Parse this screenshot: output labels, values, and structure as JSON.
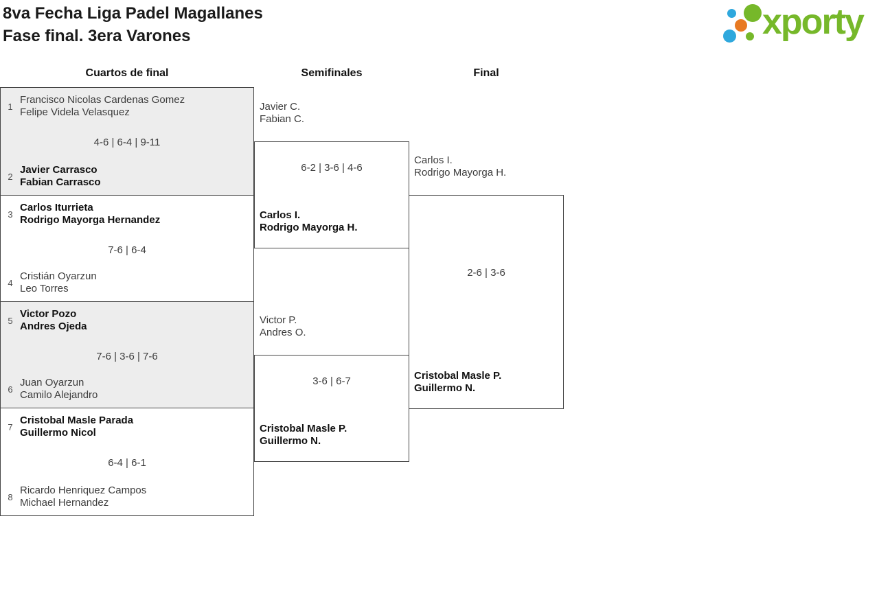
{
  "header": {
    "title_line1": "8va Fecha Liga Padel Magallanes",
    "title_line2": "Fase final. 3era Varones"
  },
  "logo": {
    "text": "xporty"
  },
  "colors": {
    "logo_green": "#76b82a",
    "logo_blue": "#2fa8dd",
    "logo_orange": "#e87a22",
    "box_gray": "#ededed",
    "line_color": "#454545",
    "text_dark": "#3c3c3c",
    "text_winner": "#111111"
  },
  "round_headers": [
    "Cuartos de final",
    "Semifinales",
    "Final"
  ],
  "bracket": {
    "quarterfinals": [
      {
        "seed_top": "1",
        "top_line1": "Francisco Nicolas Cardenas Gomez",
        "top_line2": "Felipe Videla Velasquez",
        "top_winner": false,
        "score": "4-6 | 6-4 | 9-11",
        "seed_bottom": "2",
        "bottom_line1": "Javier Carrasco",
        "bottom_line2": "Fabian Carrasco",
        "bottom_winner": true
      },
      {
        "seed_top": "3",
        "top_line1": "Carlos Iturrieta",
        "top_line2": "Rodrigo Mayorga Hernandez",
        "top_winner": true,
        "score": "7-6 | 6-4",
        "seed_bottom": "4",
        "bottom_line1": "Cristián Oyarzun",
        "bottom_line2": "Leo Torres",
        "bottom_winner": false
      },
      {
        "seed_top": "5",
        "top_line1": "Victor Pozo",
        "top_line2": "Andres Ojeda",
        "top_winner": true,
        "score": "7-6 | 3-6 | 7-6",
        "seed_bottom": "6",
        "bottom_line1": "Juan Oyarzun",
        "bottom_line2": "Camilo Alejandro",
        "bottom_winner": false
      },
      {
        "seed_top": "7",
        "top_line1": "Cristobal Masle Parada",
        "top_line2": "Guillermo Nicol",
        "top_winner": true,
        "score": "6-4 | 6-1",
        "seed_bottom": "8",
        "bottom_line1": "Ricardo Henriquez Campos",
        "bottom_line2": "Michael Hernandez",
        "bottom_winner": false
      }
    ],
    "semifinals": [
      {
        "top_line1": "Javier C.",
        "top_line2": "Fabian C.",
        "top_winner": false,
        "score": "6-2 | 3-6 | 4-6",
        "bottom_line1": "Carlos I.",
        "bottom_line2": "Rodrigo Mayorga H.",
        "bottom_winner": true
      },
      {
        "top_line1": "Victor P.",
        "top_line2": "Andres O.",
        "top_winner": false,
        "score": "3-6 | 6-7",
        "bottom_line1": "Cristobal Masle P.",
        "bottom_line2": "Guillermo N.",
        "bottom_winner": true
      }
    ],
    "final": {
      "top_line1": "Carlos I.",
      "top_line2": "Rodrigo Mayorga H.",
      "top_winner": false,
      "score": "2-6 | 3-6",
      "bottom_line1": "Cristobal Masle P.",
      "bottom_line2": "Guillermo N.",
      "bottom_winner": true
    }
  }
}
